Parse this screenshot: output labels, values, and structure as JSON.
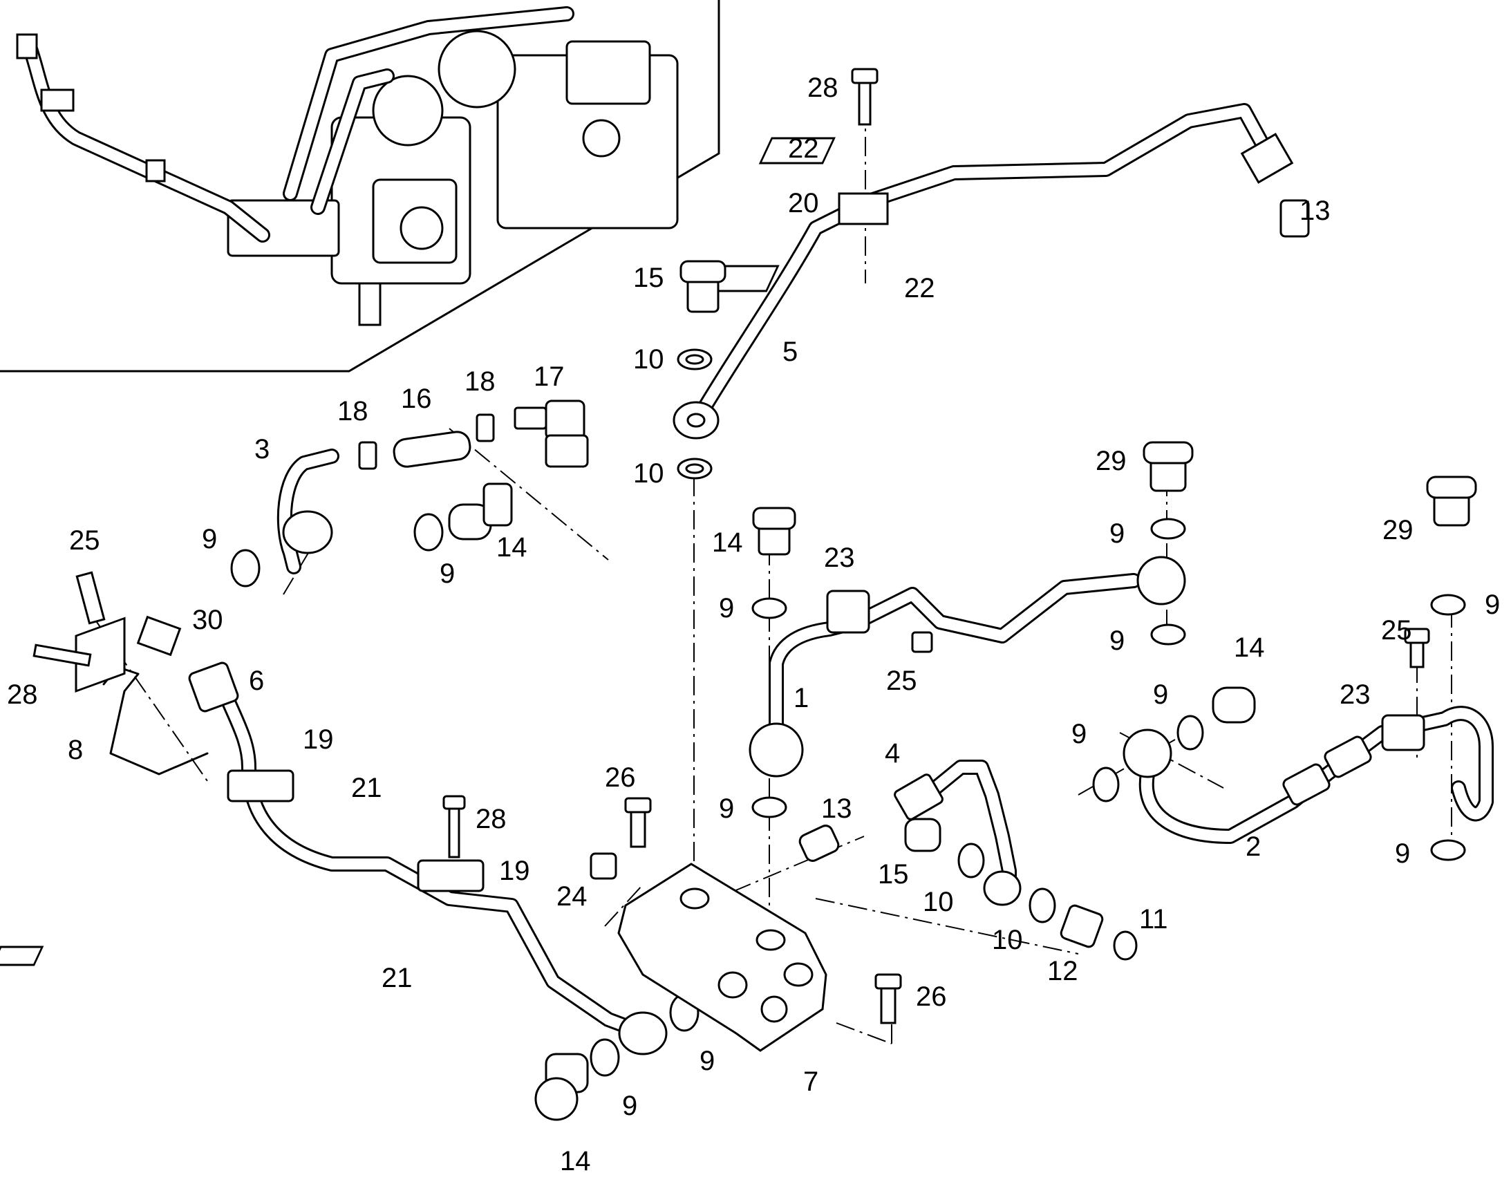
{
  "callouts": [
    {
      "id": "c28a",
      "text": "28"
    },
    {
      "id": "c22a",
      "text": "22"
    },
    {
      "id": "c20",
      "text": "20"
    },
    {
      "id": "c13a",
      "text": "13"
    },
    {
      "id": "c22b",
      "text": "22"
    },
    {
      "id": "c15a",
      "text": "15"
    },
    {
      "id": "c10a",
      "text": "10"
    },
    {
      "id": "c5",
      "text": "5"
    },
    {
      "id": "c10b",
      "text": "10"
    },
    {
      "id": "c17",
      "text": "17"
    },
    {
      "id": "c18a",
      "text": "18"
    },
    {
      "id": "c16",
      "text": "16"
    },
    {
      "id": "c18b",
      "text": "18"
    },
    {
      "id": "c3",
      "text": "3"
    },
    {
      "id": "c29a",
      "text": "29"
    },
    {
      "id": "c9a",
      "text": "9"
    },
    {
      "id": "c14a",
      "text": "14"
    },
    {
      "id": "c9b",
      "text": "9"
    },
    {
      "id": "c14b",
      "text": "14"
    },
    {
      "id": "c23a",
      "text": "23"
    },
    {
      "id": "c9c",
      "text": "9"
    },
    {
      "id": "c9d",
      "text": "9"
    },
    {
      "id": "c29b",
      "text": "29"
    },
    {
      "id": "c9e",
      "text": "9"
    },
    {
      "id": "c25a",
      "text": "25"
    },
    {
      "id": "c9f",
      "text": "9"
    },
    {
      "id": "c25b",
      "text": "25"
    },
    {
      "id": "c30",
      "text": "30"
    },
    {
      "id": "c28b",
      "text": "28"
    },
    {
      "id": "c6",
      "text": "6"
    },
    {
      "id": "c1",
      "text": "1"
    },
    {
      "id": "c25c",
      "text": "25"
    },
    {
      "id": "c14c",
      "text": "14"
    },
    {
      "id": "c9g",
      "text": "9"
    },
    {
      "id": "c23b",
      "text": "23"
    },
    {
      "id": "c9h",
      "text": "9"
    },
    {
      "id": "c8",
      "text": "8"
    },
    {
      "id": "c19a",
      "text": "19"
    },
    {
      "id": "c4",
      "text": "4"
    },
    {
      "id": "c21a",
      "text": "21"
    },
    {
      "id": "c26a",
      "text": "26"
    },
    {
      "id": "c9i",
      "text": "9"
    },
    {
      "id": "c13b",
      "text": "13"
    },
    {
      "id": "c28c",
      "text": "28"
    },
    {
      "id": "c2",
      "text": "2"
    },
    {
      "id": "c9j",
      "text": "9"
    },
    {
      "id": "c19b",
      "text": "19"
    },
    {
      "id": "c15b",
      "text": "15"
    },
    {
      "id": "c24",
      "text": "24"
    },
    {
      "id": "c10c",
      "text": "10"
    },
    {
      "id": "c11",
      "text": "11"
    },
    {
      "id": "c10d",
      "text": "10"
    },
    {
      "id": "c12",
      "text": "12"
    },
    {
      "id": "c21b",
      "text": "21"
    },
    {
      "id": "c26b",
      "text": "26"
    },
    {
      "id": "c9k",
      "text": "9"
    },
    {
      "id": "c7",
      "text": "7"
    },
    {
      "id": "c9l",
      "text": "9"
    },
    {
      "id": "c14d",
      "text": "14"
    }
  ]
}
